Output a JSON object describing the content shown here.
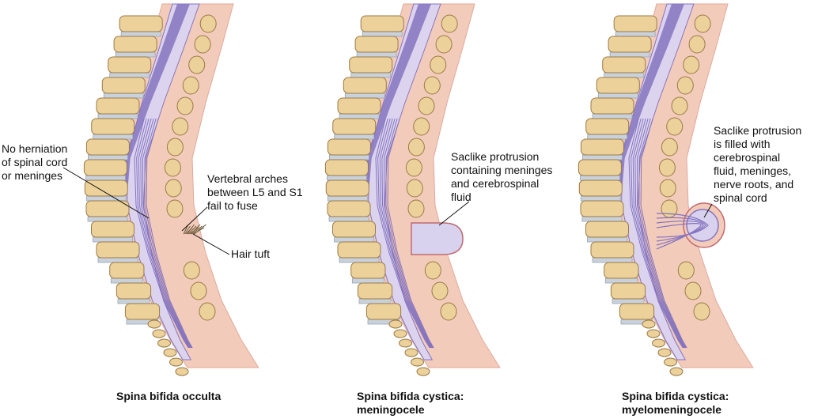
{
  "colors": {
    "bone": "#ecd29a",
    "bone_stroke": "#9a7a48",
    "tissue": "#f3cbbb",
    "cord": "#8574bf",
    "cord_light": "#dcd4ef",
    "disc": "#c9d2dc",
    "sac": "#d9d2ee"
  },
  "panels": [
    {
      "caption": "Spina bifida occulta",
      "labels": [
        "No herniation\nof spinal cord\nor meninges",
        "Vertebral arches\nbetween L5 and S1\nfail to fuse",
        "Hair tuft"
      ]
    },
    {
      "caption": "Spina bifida cystica:\nmeningocele",
      "labels": [
        "Saclike protrusion\ncontaining meninges\nand cerebrospinal\nfluid"
      ]
    },
    {
      "caption": "Spina bifida cystica:\nmyelomeningocele",
      "labels": [
        "Saclike protrusion\nis filled with\ncerebrospinal\nfluid, meninges,\nnerve roots, and\nspinal cord"
      ]
    }
  ]
}
